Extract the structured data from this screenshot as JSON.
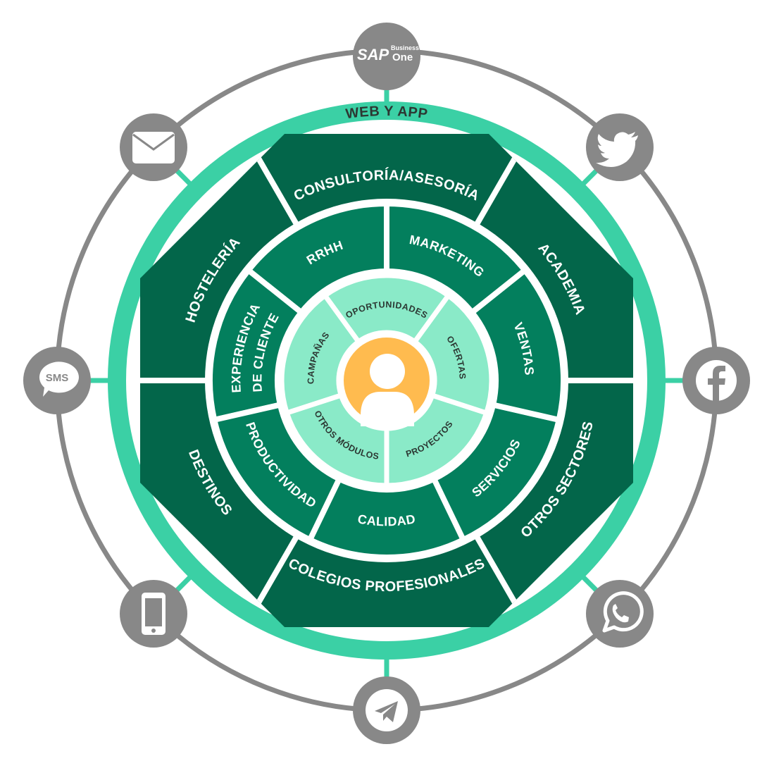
{
  "colors": {
    "outer_ring": "#888888",
    "web_ring": "#3bd0a5",
    "sectors": "#03664a",
    "departments": "#037f5d",
    "modules": "#8aeac8",
    "center": "#ffbb4f",
    "dark_text": "#2c3833"
  },
  "web_ring_label": "WEB Y APP",
  "sectors": [
    "CONSULTORÍA/ASESORÍA",
    "ACADEMIA",
    "OTROS SECTORES",
    "COLEGIOS PROFESIONALES",
    "DESTINOS",
    "HOSTELERÍA"
  ],
  "departments": [
    "RRHH",
    "EXPERIENCIA",
    "DE CLIENTE",
    "PRODUCTIVIDAD",
    "CALIDAD",
    "SERVICIOS",
    "VENTAS",
    "MARKETING"
  ],
  "modules": [
    "OPORTUNIDADES",
    "OFERTAS",
    "PROYECTOS",
    "OTROS MÓDULOS",
    "CAMPAÑAS"
  ],
  "channels": {
    "sap_logo": "SAP",
    "sap_logo_sub1": "Business",
    "sap_logo_sub2": "One",
    "sms_label": "SMS",
    "icons": [
      "sap-business-one",
      "twitter",
      "facebook",
      "whatsapp",
      "telegram",
      "mobile-phone",
      "sms",
      "email"
    ]
  },
  "center_icon": "user-icon"
}
